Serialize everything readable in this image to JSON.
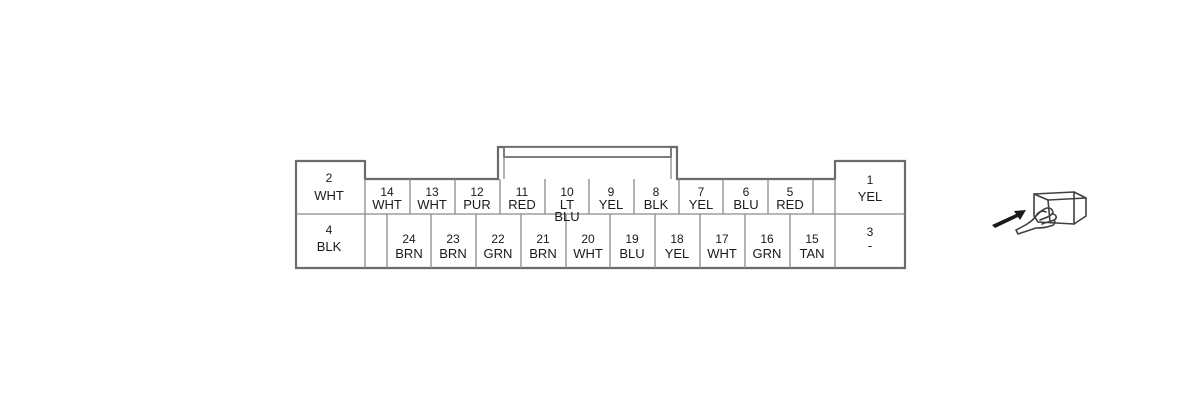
{
  "connector": {
    "pins": [
      {
        "num": "2",
        "color": "WHT"
      },
      {
        "num": "4",
        "color": "BLK"
      },
      {
        "num": "14",
        "color": "WHT"
      },
      {
        "num": "13",
        "color": "WHT"
      },
      {
        "num": "12",
        "color": "PUR"
      },
      {
        "num": "11",
        "color": "RED"
      },
      {
        "num": "10",
        "color": "LT BLU"
      },
      {
        "num": "9",
        "color": "YEL"
      },
      {
        "num": "8",
        "color": "BLK"
      },
      {
        "num": "7",
        "color": "YEL"
      },
      {
        "num": "6",
        "color": "BLU"
      },
      {
        "num": "5",
        "color": "RED"
      },
      {
        "num": "24",
        "color": "BRN"
      },
      {
        "num": "23",
        "color": "BRN"
      },
      {
        "num": "22",
        "color": "GRN"
      },
      {
        "num": "21",
        "color": "BRN"
      },
      {
        "num": "20",
        "color": "WHT"
      },
      {
        "num": "19",
        "color": "BLU"
      },
      {
        "num": "18",
        "color": "YEL"
      },
      {
        "num": "17",
        "color": "WHT"
      },
      {
        "num": "16",
        "color": "GRN"
      },
      {
        "num": "15",
        "color": "TAN"
      },
      {
        "num": "1",
        "color": "YEL"
      },
      {
        "num": "3",
        "color": "-"
      }
    ]
  },
  "icons": {
    "probe": "connector-probe-icon"
  }
}
